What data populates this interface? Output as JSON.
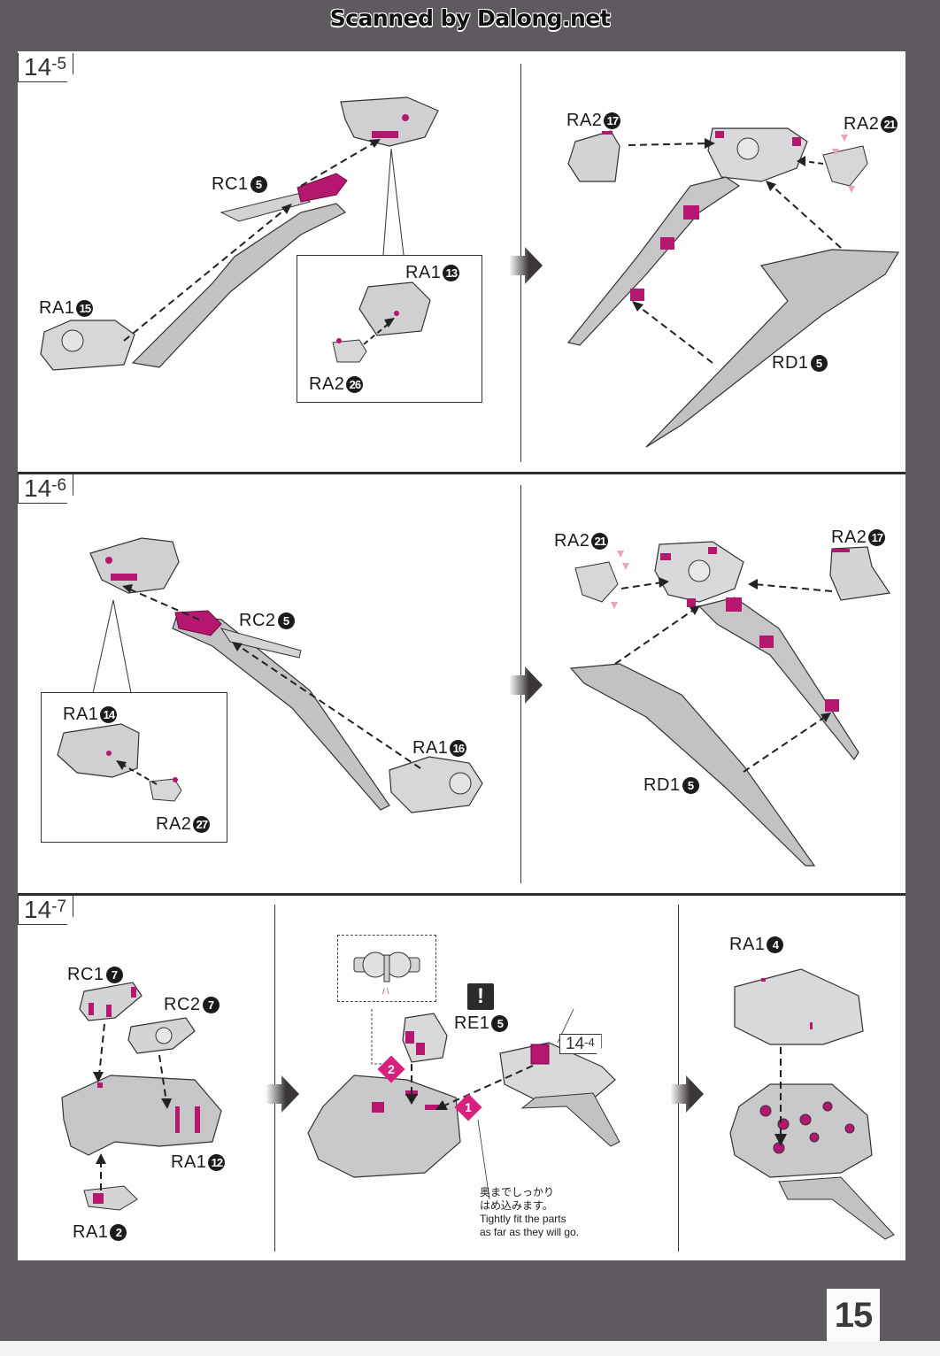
{
  "watermark": "Scanned by Dalong.net",
  "page_number": "15",
  "colors": {
    "accent_magenta": "#b5166e",
    "marker_pink": "#d6217f",
    "part_gray": "#c9c9cc",
    "page_border": "#5f5a60"
  },
  "steps": [
    {
      "id": "14",
      "sub": "-5",
      "labels": [
        {
          "code": "RC1",
          "num": "5"
        },
        {
          "code": "RA1",
          "num": "15"
        },
        {
          "code": "RA1",
          "num": "13"
        },
        {
          "code": "RA2",
          "num": "26"
        },
        {
          "code": "RA2",
          "num": "17"
        },
        {
          "code": "RA2",
          "num": "21"
        },
        {
          "code": "RD1",
          "num": "5"
        }
      ]
    },
    {
      "id": "14",
      "sub": "-6",
      "labels": [
        {
          "code": "RC2",
          "num": "5"
        },
        {
          "code": "RA1",
          "num": "14"
        },
        {
          "code": "RA2",
          "num": "27"
        },
        {
          "code": "RA1",
          "num": "16"
        },
        {
          "code": "RA2",
          "num": "21"
        },
        {
          "code": "RA2",
          "num": "17"
        },
        {
          "code": "RD1",
          "num": "5"
        }
      ]
    },
    {
      "id": "14",
      "sub": "-7",
      "labels": [
        {
          "code": "RC1",
          "num": "7"
        },
        {
          "code": "RC2",
          "num": "7"
        },
        {
          "code": "RA1",
          "num": "12"
        },
        {
          "code": "RA1",
          "num": "2"
        },
        {
          "code": "RE1",
          "num": "5"
        },
        {
          "code": "RA1",
          "num": "4"
        }
      ],
      "ref_badge": {
        "id": "14",
        "sub": "-4"
      },
      "order_markers": [
        "1",
        "2"
      ],
      "warning_icon": "!",
      "note_ja": [
        "奥までしっかり",
        "はめ込みます。"
      ],
      "note_en": [
        "Tightly fit the parts",
        "as far as they will go."
      ]
    }
  ]
}
